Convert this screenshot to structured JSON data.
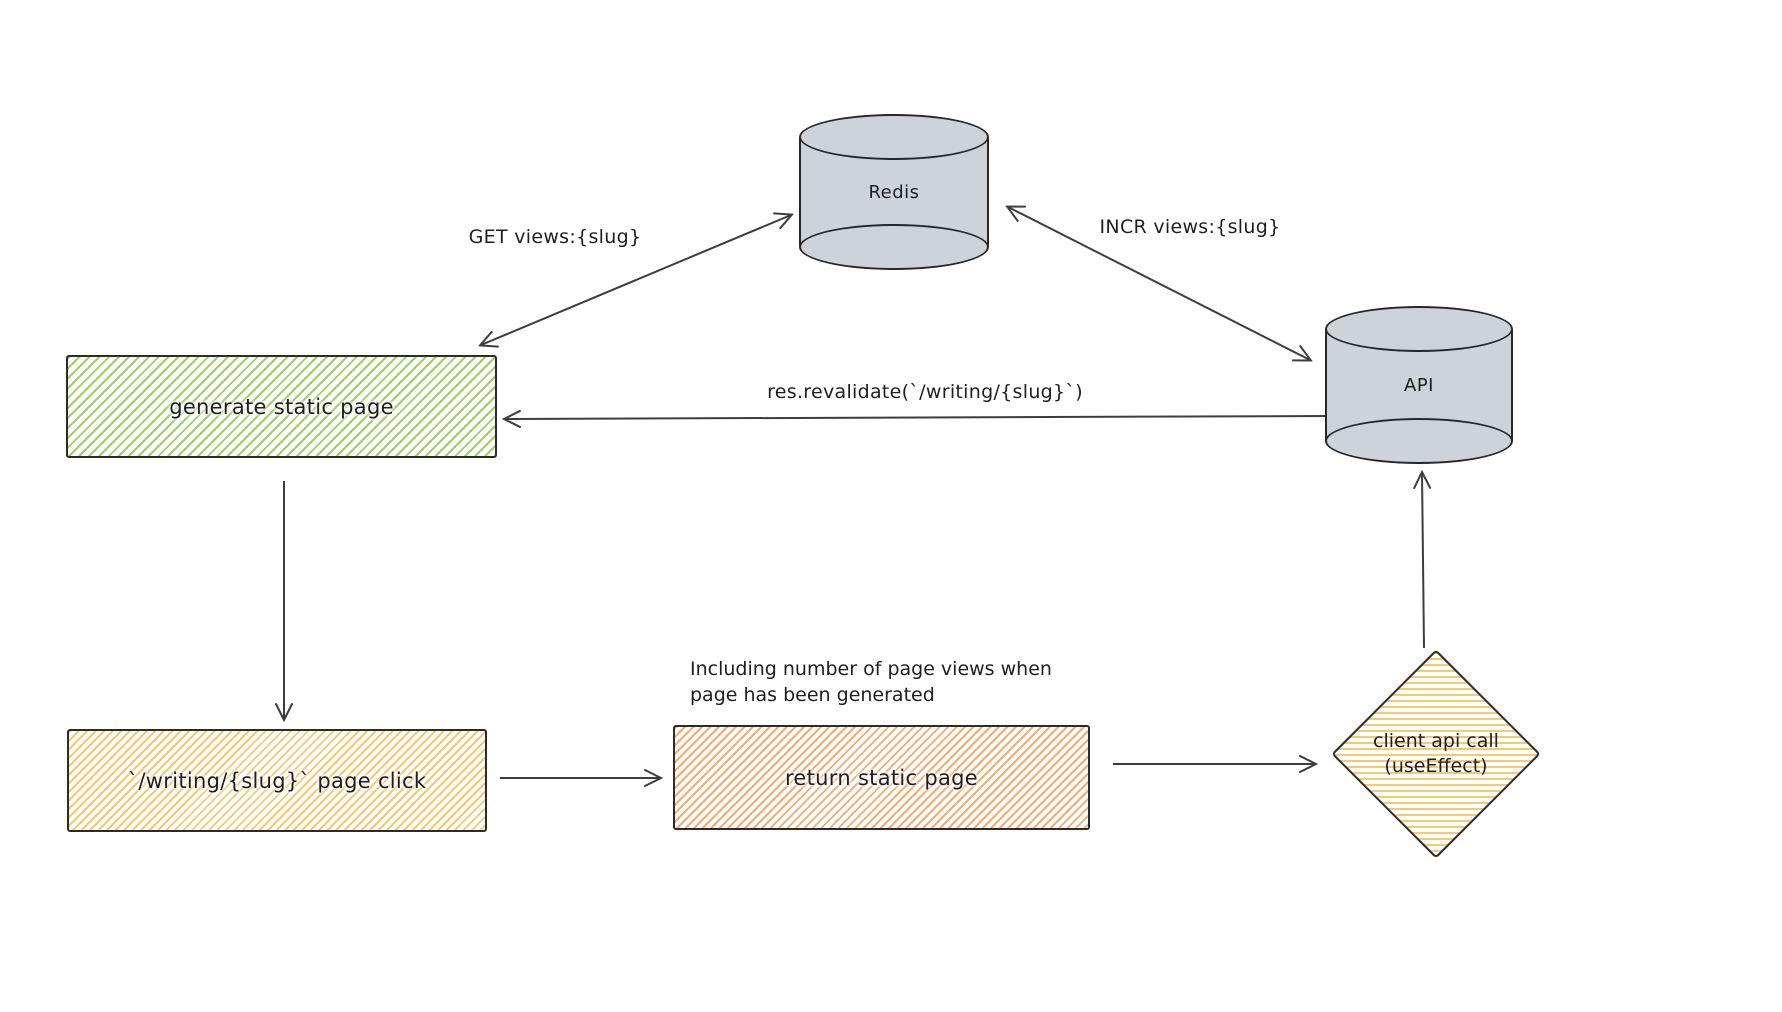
{
  "canvas": {
    "background": "#ffffff",
    "stroke_color": "#3d3d3d",
    "text_color": "#1e1e1e"
  },
  "nodes": {
    "redis": {
      "label": "Redis",
      "shape": "cylinder",
      "fill": "#ced3da"
    },
    "api": {
      "label": "API",
      "shape": "cylinder",
      "fill": "#ced3da"
    },
    "generate": {
      "label": "generate static page",
      "shape": "rectangle",
      "accent": "#82c91e"
    },
    "page_click": {
      "label": "`/writing/{slug}` page click",
      "shape": "rectangle",
      "accent": "#f6be54"
    },
    "return_page": {
      "label": "return static page",
      "shape": "rectangle",
      "accent": "#f4984d"
    },
    "client_call": {
      "label_line1": "client api call",
      "label_line2": "(useEffect)",
      "shape": "diamond",
      "accent": "#f6be54"
    }
  },
  "edges": {
    "get": {
      "label": "GET views:{slug}",
      "from": "generate",
      "to": "redis",
      "bidirectional": true
    },
    "incr": {
      "label": "INCR views:{slug}",
      "from": "api",
      "to": "redis",
      "bidirectional": true
    },
    "revalidate": {
      "label": "res.revalidate(`/writing/{slug}`)",
      "from": "api",
      "to": "generate",
      "bidirectional": false
    },
    "generate_to_click": {
      "label": "",
      "from": "generate",
      "to": "page_click",
      "bidirectional": false
    },
    "click_to_return": {
      "label": "",
      "from": "page_click",
      "to": "return_page",
      "bidirectional": false
    },
    "return_to_client": {
      "label": "",
      "from": "return_page",
      "to": "client_call",
      "bidirectional": false
    },
    "client_to_api": {
      "label": "",
      "from": "client_call",
      "to": "api",
      "bidirectional": false
    }
  },
  "annotations": {
    "note_line1": "Including number of page views when",
    "note_line2": "page has been generated"
  }
}
